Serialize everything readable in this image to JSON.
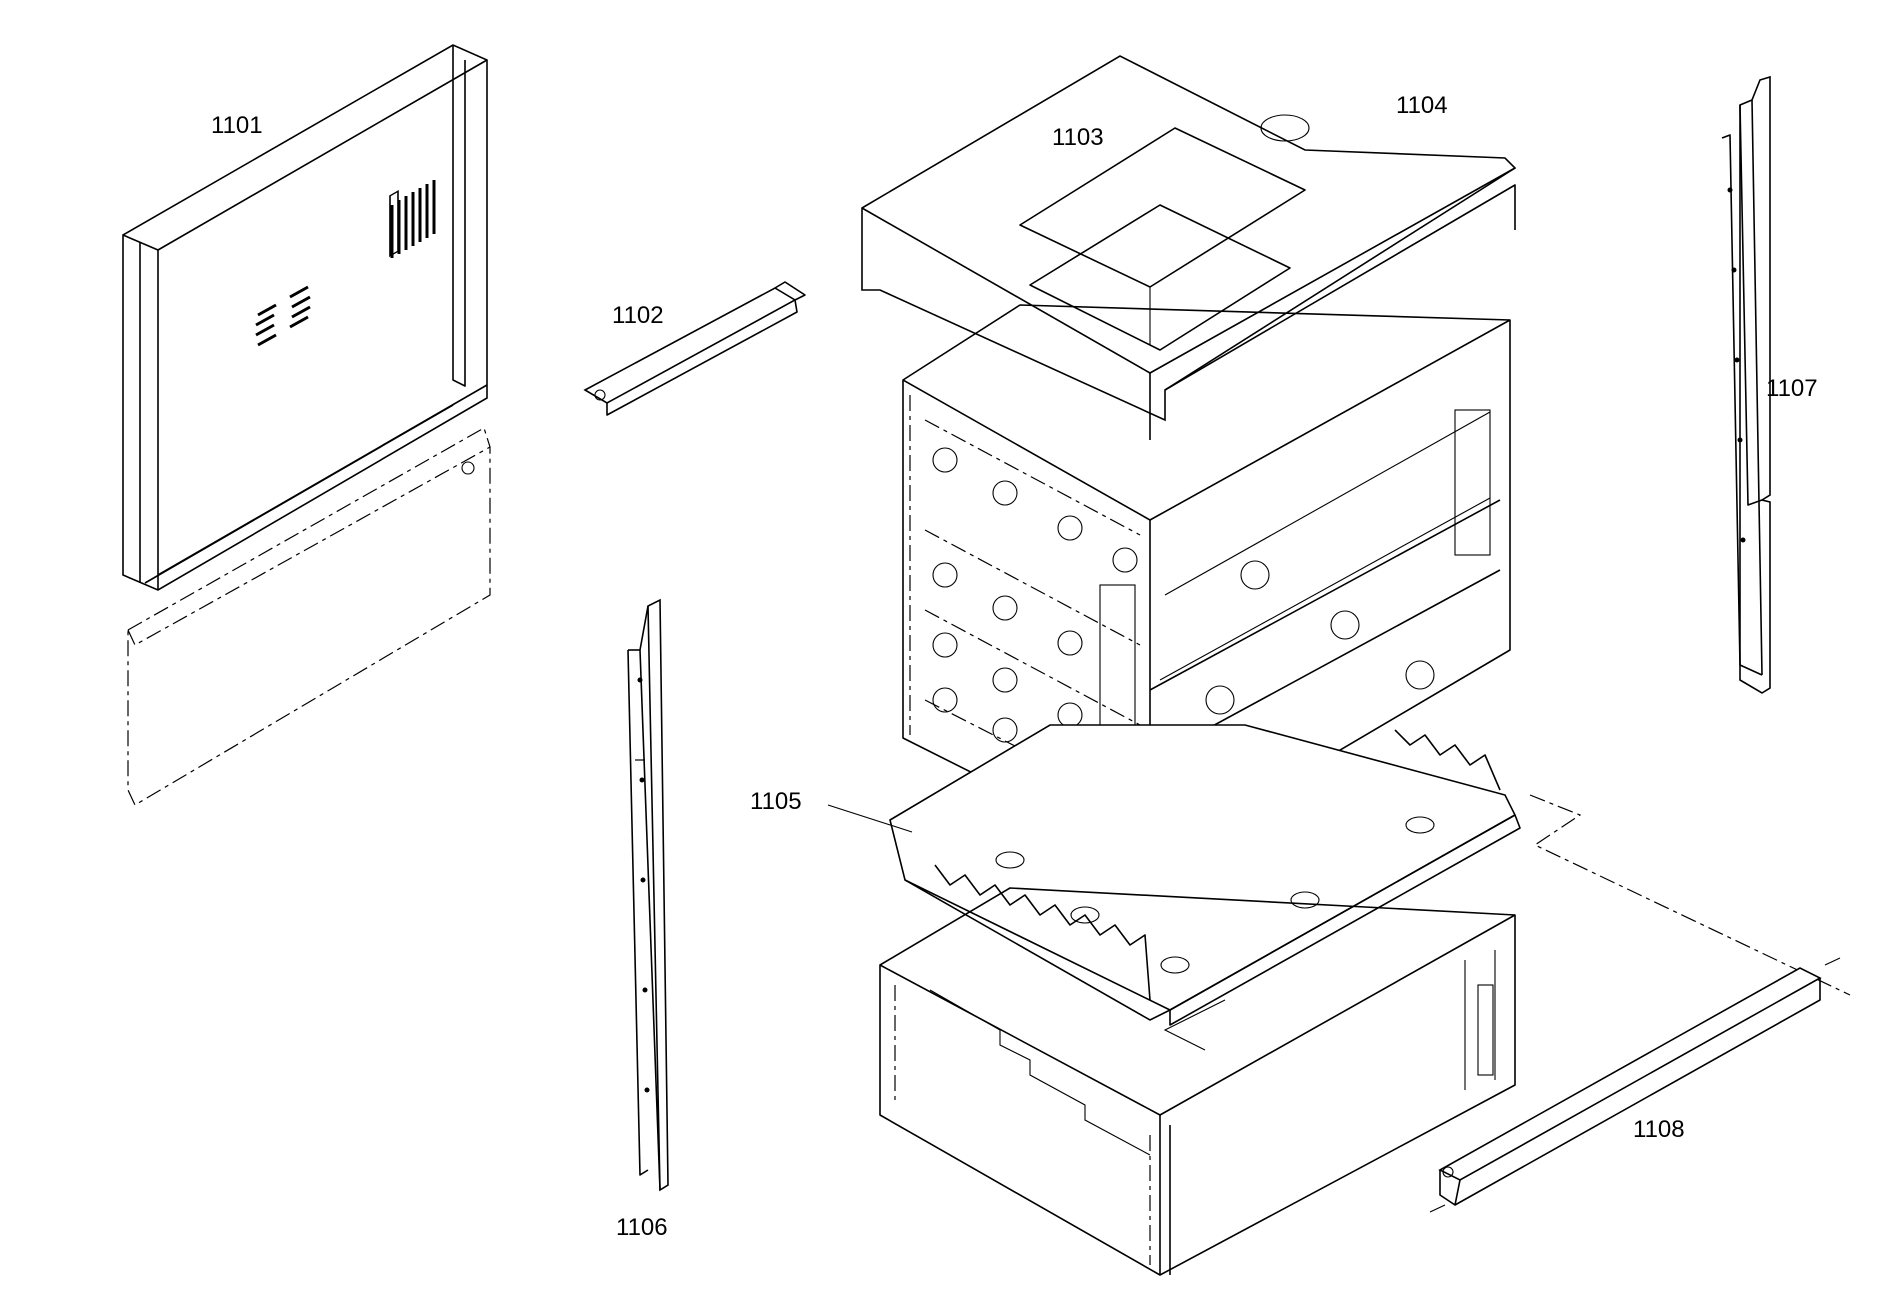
{
  "diagram": {
    "callouts": [
      {
        "id": "c1101",
        "text": "1101"
      },
      {
        "id": "c1102",
        "text": "1102"
      },
      {
        "id": "c1103",
        "text": "1103"
      },
      {
        "id": "c1104",
        "text": "1104"
      },
      {
        "id": "c1105",
        "text": "1105"
      },
      {
        "id": "c1106",
        "text": "1106"
      },
      {
        "id": "c1107",
        "text": "1107"
      },
      {
        "id": "c1108",
        "text": "1108"
      }
    ]
  }
}
